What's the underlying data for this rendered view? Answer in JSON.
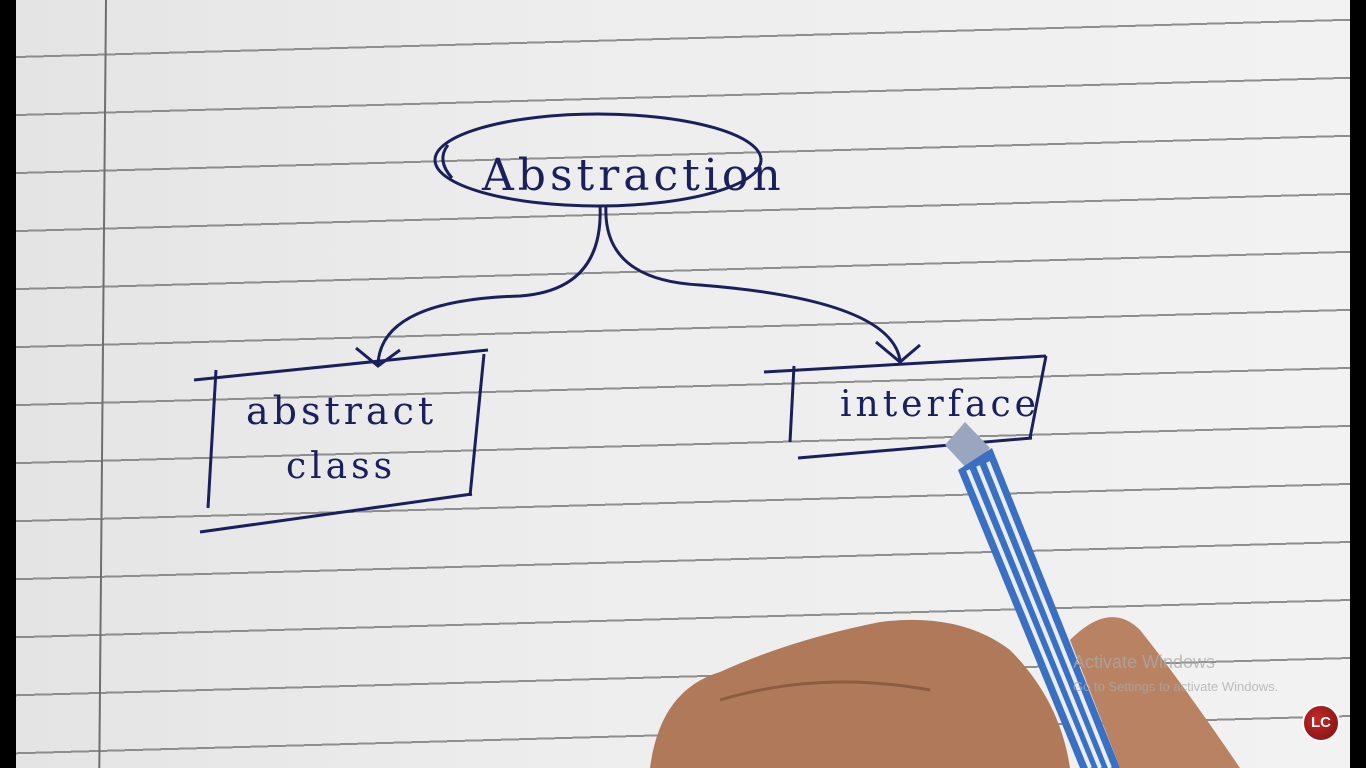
{
  "diagram": {
    "root": "Abstraction",
    "children": [
      {
        "line1": "abstract",
        "line2": "class"
      },
      {
        "line1": "interface"
      }
    ]
  },
  "watermark": {
    "title": "Activate Windows",
    "subtitle": "Go to Settings to activate Windows."
  },
  "logo": {
    "text": "LC"
  },
  "colors": {
    "ink": "#1b1f5c",
    "paper": "#ececec",
    "rule": "#7d7d7d"
  }
}
